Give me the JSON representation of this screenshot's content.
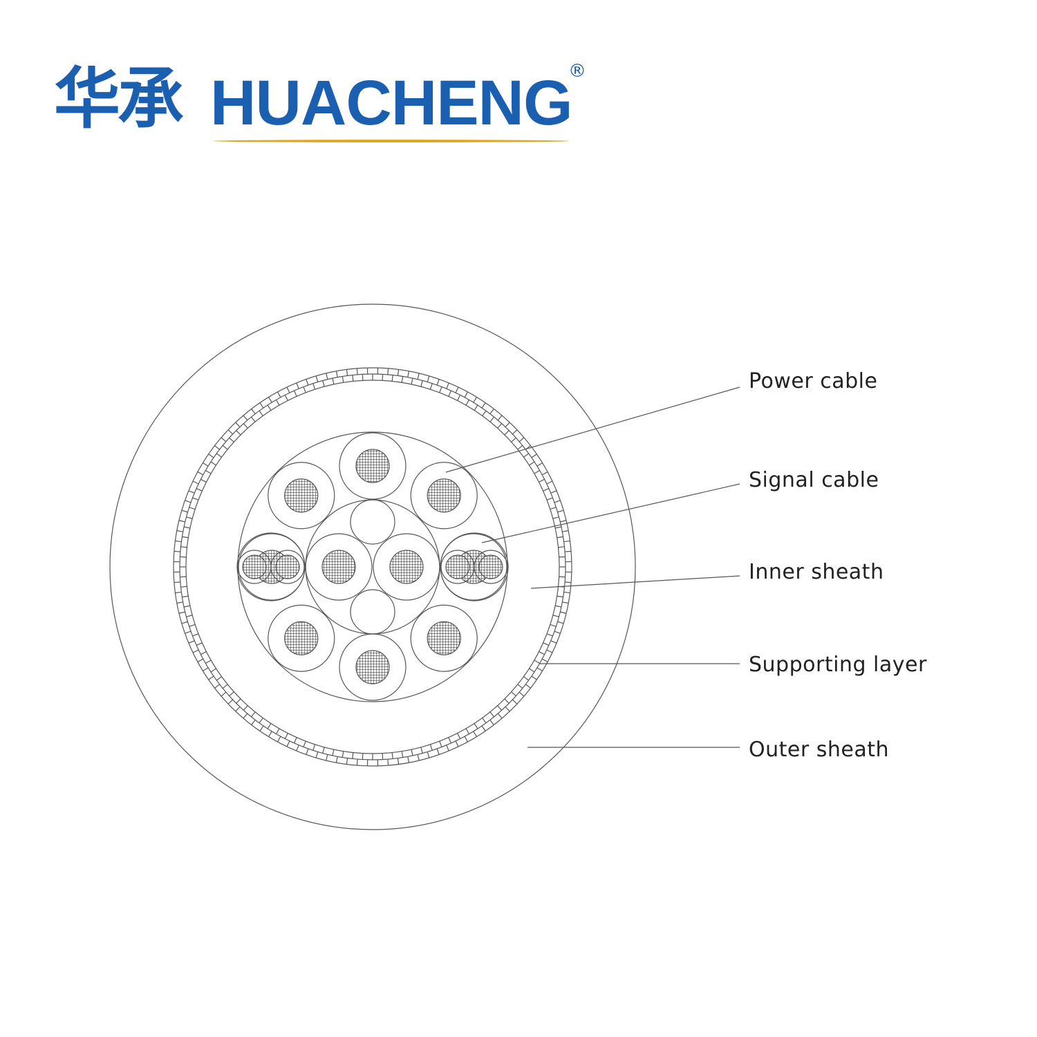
{
  "logo": {
    "chinese": "华承",
    "brand": "HUACHENG",
    "registered": "®",
    "brand_color": "#1a5fb0",
    "underline_color": "#e0a820"
  },
  "labels": {
    "power_cable": "Power cable",
    "signal_cable": "Signal cable",
    "inner_sheath": "Inner sheath",
    "supporting_layer": "Supporting layer",
    "outer_sheath": "Outer sheath"
  },
  "line_color": "#555555"
}
